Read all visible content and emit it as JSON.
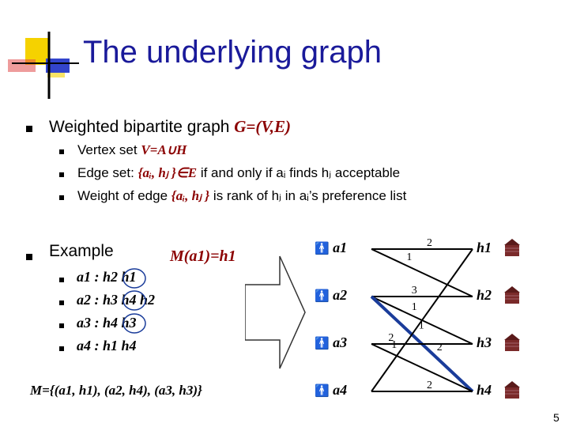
{
  "slide": {
    "title": "The underlying graph",
    "page_number": "5",
    "bullet1": {
      "text": "Weighted bipartite graph ",
      "math": "G=(V,E)"
    },
    "sub_bullets": [
      {
        "pre": "Vertex set ",
        "math": "V=A∪H",
        "post": ""
      },
      {
        "pre": "Edge set: ",
        "math": "{aᵢ, hⱼ }∈E",
        "post": " if and only if aᵢ finds hⱼ acceptable"
      },
      {
        "pre": "Weight of edge ",
        "math": "{aᵢ, hⱼ }",
        "post": " is rank of hⱼ in aᵢ’s preference list"
      }
    ],
    "example_label": "Example",
    "matching_label": "M(a1)=h1",
    "preference_lists": [
      "a1 : h2  h1",
      "a2 : h3  h4  h2",
      "a3 : h4  h3",
      "a4 : h1  h4"
    ],
    "matching": "M={(a1, h1), (a2, h4), (a3, h3)}",
    "graph": {
      "applicants": [
        "a1",
        "a2",
        "a3",
        "a4"
      ],
      "houses": [
        "h1",
        "h2",
        "h3",
        "h4"
      ],
      "edges": [
        {
          "from": "a1",
          "to": "h1",
          "weight": "2",
          "in_matching": false
        },
        {
          "from": "a1",
          "to": "h2",
          "weight": "1",
          "in_matching": false
        },
        {
          "from": "a2",
          "to": "h2",
          "weight": "3",
          "in_matching": false
        },
        {
          "from": "a2",
          "to": "h3",
          "weight": "1",
          "in_matching": false
        },
        {
          "from": "a2",
          "to": "h4",
          "weight": "2",
          "in_matching": true
        },
        {
          "from": "a3",
          "to": "h3",
          "weight": "2",
          "in_matching": false
        },
        {
          "from": "a3",
          "to": "h4",
          "weight": "1",
          "in_matching": false
        },
        {
          "from": "a4",
          "to": "h1",
          "weight": "1",
          "in_matching": false
        },
        {
          "from": "a4",
          "to": "h4",
          "weight": "2",
          "in_matching": false
        }
      ]
    },
    "colors": {
      "title": "#1a1a9a",
      "math": "#8b0000",
      "edge": "#000000",
      "matched_edge": "#1a3c9a",
      "logo_yellow": "#f5d200",
      "logo_blue": "#3344cc"
    },
    "icons": {
      "applicant": "person-icon",
      "house": "brick-house-icon",
      "arrow": "right-arrow-shape"
    }
  }
}
